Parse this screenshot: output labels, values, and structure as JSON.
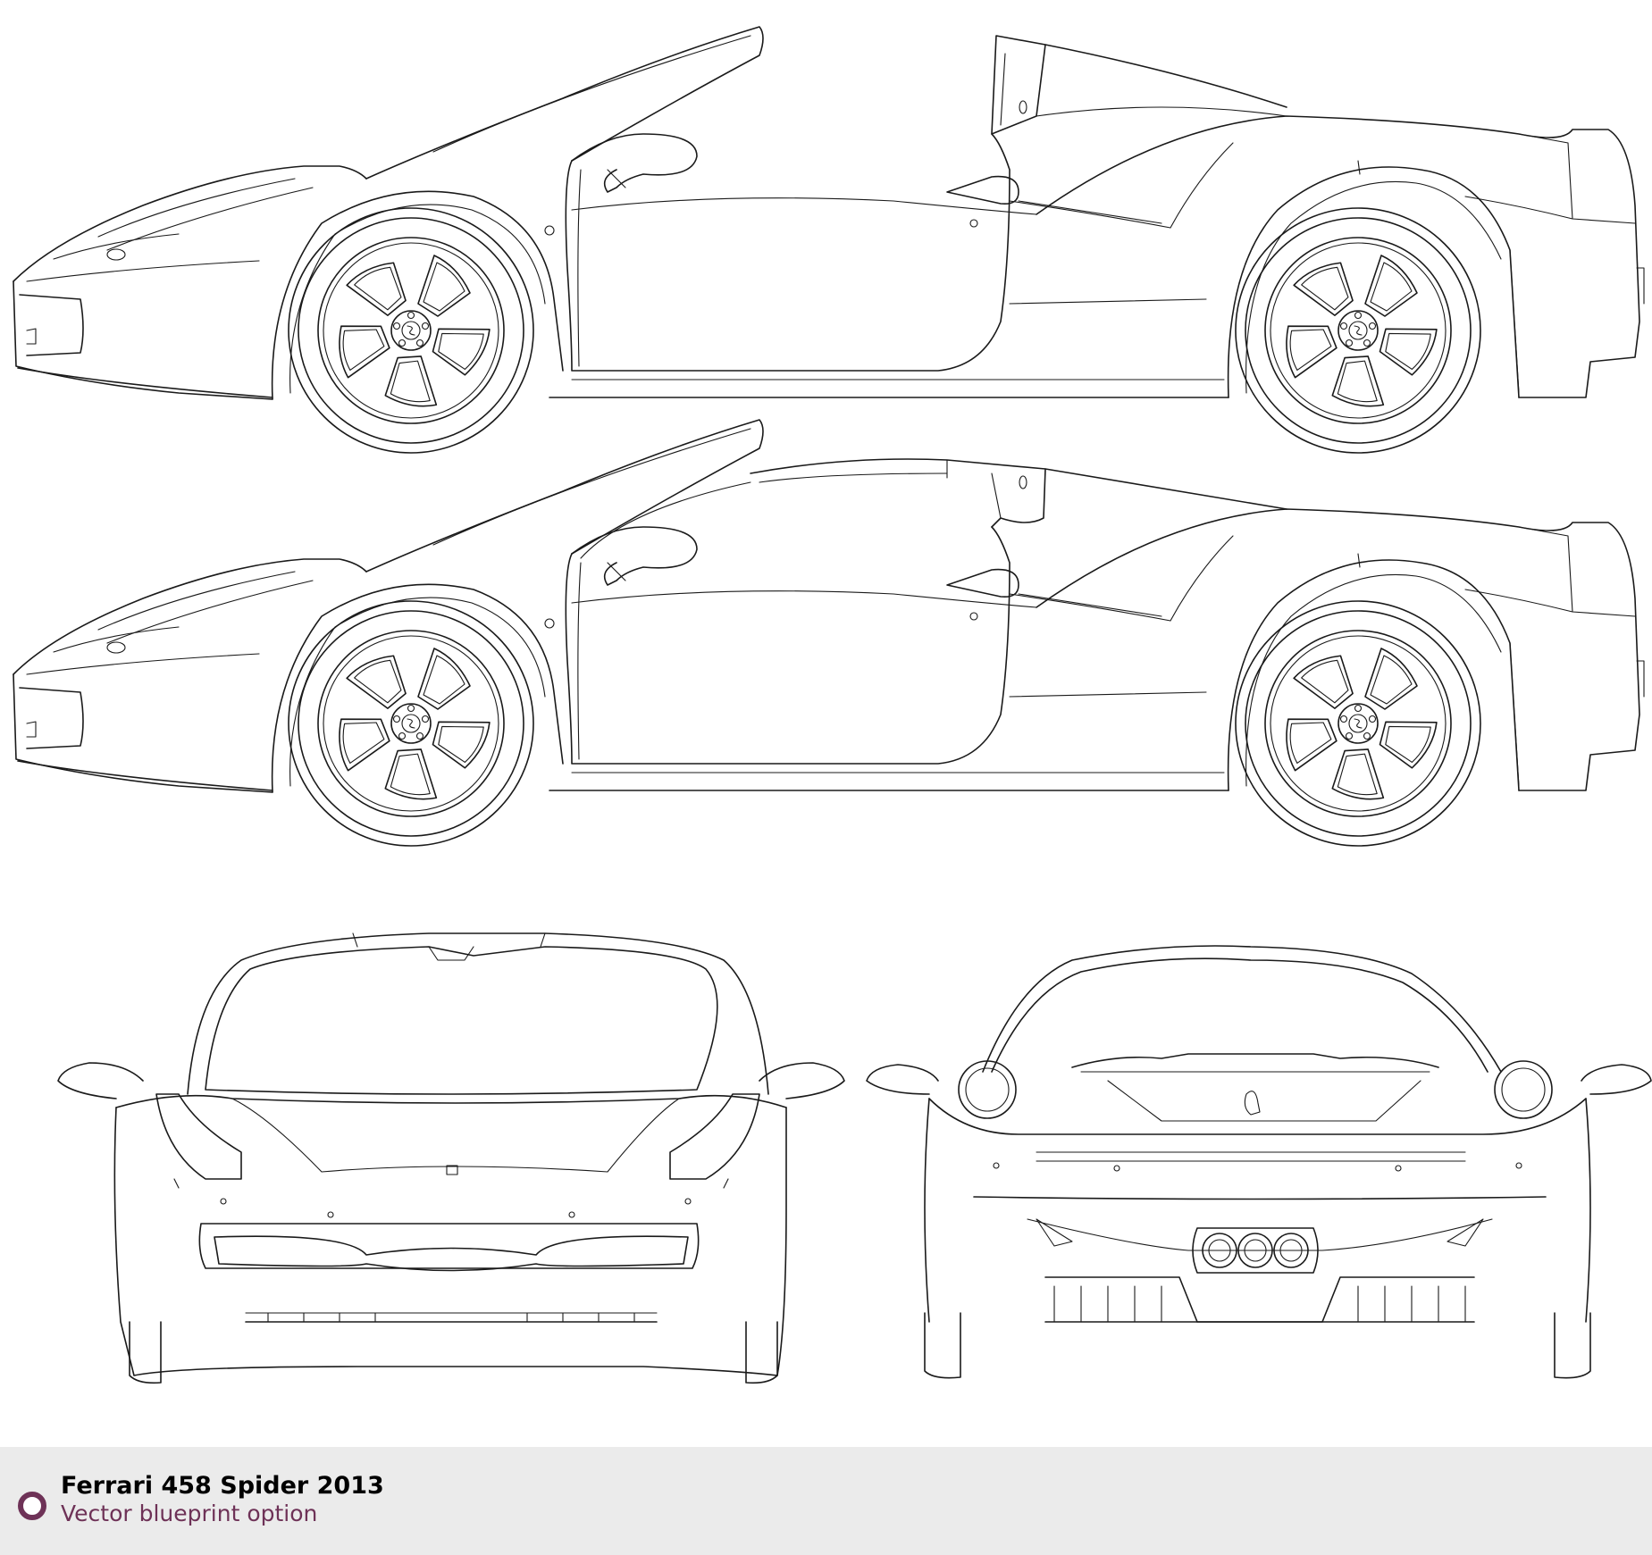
{
  "footer": {
    "title": "Ferrari 458 Spider 2013",
    "subtitle": "Vector blueprint option",
    "accent_color": "#6e3257",
    "icon": "circle-bullet-icon"
  },
  "drawing": {
    "views": [
      "side-view-roof-open",
      "side-view-roof-closed",
      "front-view",
      "rear-view"
    ],
    "line_color": "#1a1a1a",
    "background_color": "#ffffff"
  }
}
